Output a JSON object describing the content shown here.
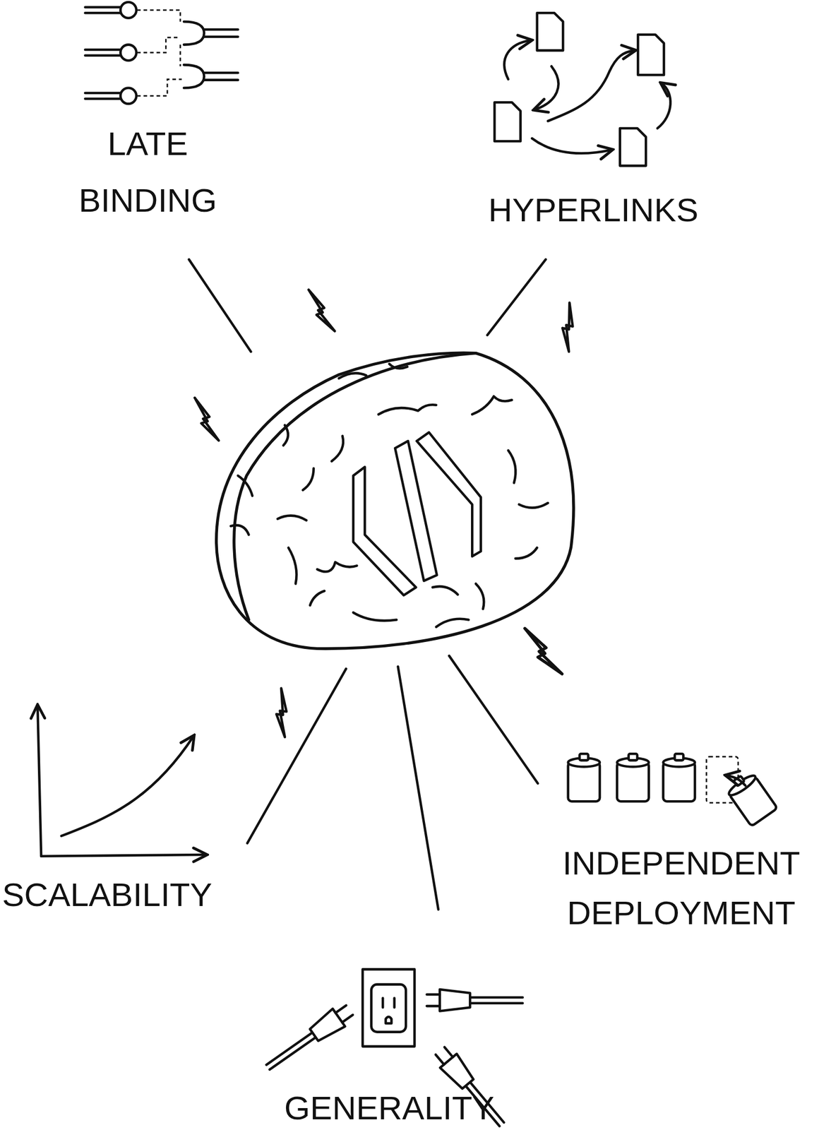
{
  "diagram": {
    "labels": [
      "LATE BINDING",
      "HYPERLINKS",
      "SCALABILITY",
      "INDEPENDENT DEPLOYMENT",
      "GENERALITY"
    ]
  }
}
